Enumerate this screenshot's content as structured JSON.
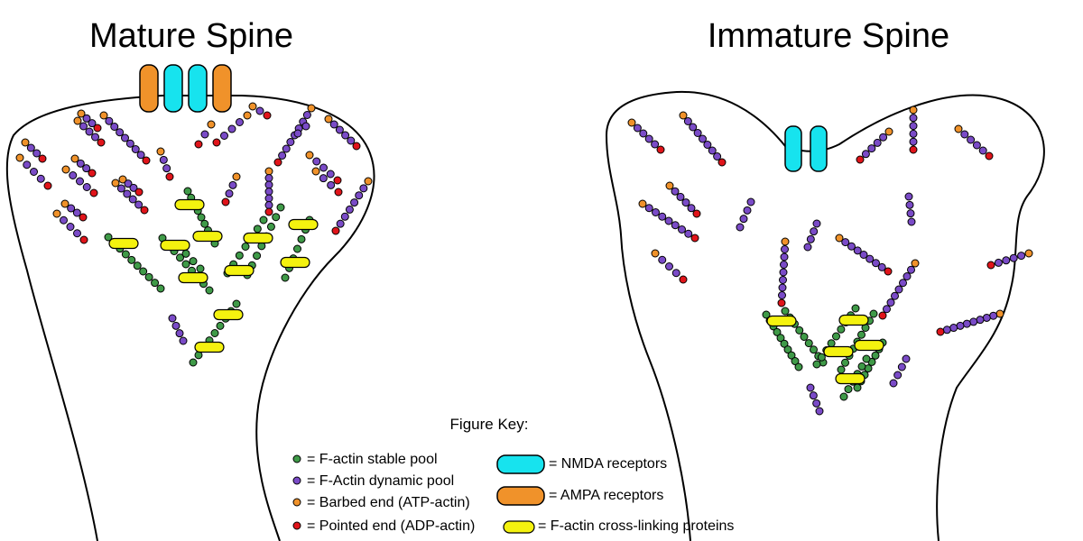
{
  "titles": {
    "mature": "Mature Spine",
    "immature": "Immature Spine"
  },
  "colors": {
    "stable": "#3f9a48",
    "dynamic": "#7a4bc7",
    "barbed": "#f0922a",
    "pointed": "#e0141a",
    "nmda": "#17e3ee",
    "ampa": "#f0922a",
    "crosslink": "#f4f20f"
  },
  "key": {
    "title": "Figure Key:",
    "stable_pool": "= F-actin stable pool",
    "dynamic_pool": "= F-Actin dynamic pool",
    "barbed_end": "= Barbed end (ATP-actin)",
    "pointed_end": "= Pointed end (ADP-actin)",
    "nmda": "= NMDA receptors",
    "ampa": "= AMPA receptors",
    "crosslink": "= F-actin cross-linking proteins"
  }
}
